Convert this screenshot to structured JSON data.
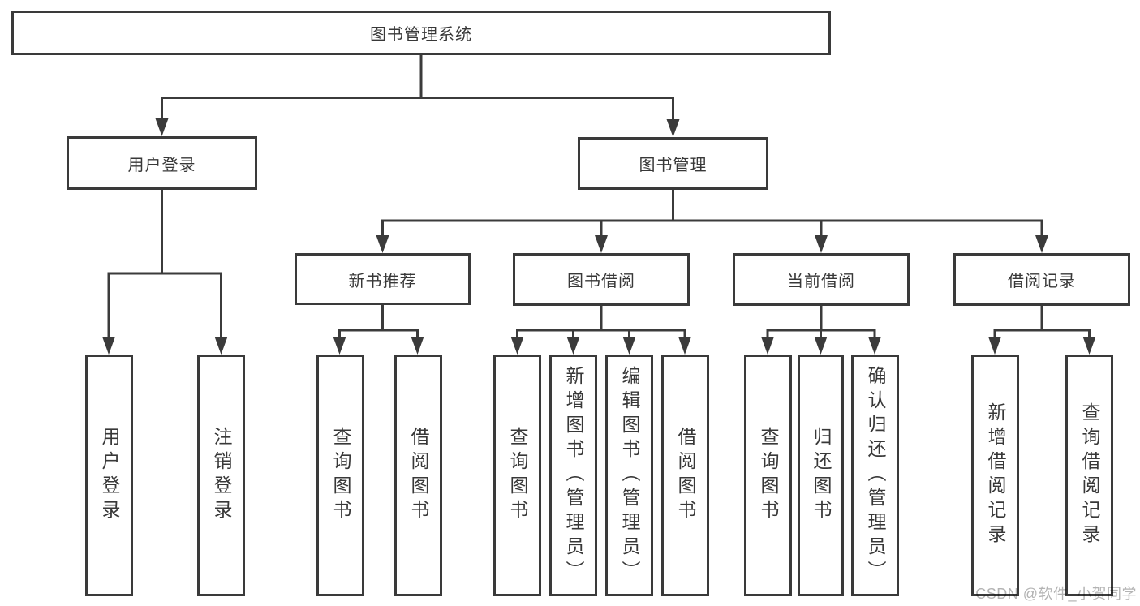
{
  "nodes": {
    "root": {
      "label": "图书管理系统"
    },
    "user_login": {
      "label": "用户登录"
    },
    "book_mgmt": {
      "label": "图书管理"
    },
    "new_books": {
      "label": "新书推荐"
    },
    "book_borrow": {
      "label": "图书借阅"
    },
    "current_borrow": {
      "label": "当前借阅"
    },
    "borrow_records": {
      "label": "借阅记录"
    }
  },
  "leaves": {
    "user_login": {
      "label": "用户登录"
    },
    "logout": {
      "label": "注销登录"
    },
    "nb_query_books": {
      "label": "查询图书"
    },
    "nb_borrow_books": {
      "label": "借阅图书"
    },
    "bb_query_books": {
      "label": "查询图书"
    },
    "bb_add_books_admin": {
      "label": "新增图书（管理员）"
    },
    "bb_edit_books_admin": {
      "label": "编辑图书（管理员）"
    },
    "bb_borrow_books": {
      "label": "借阅图书"
    },
    "cb_query_books": {
      "label": "查询图书"
    },
    "cb_return_books": {
      "label": "归还图书"
    },
    "cb_confirm_return_admin": {
      "label": "确认归还（管理员）"
    },
    "br_add_record": {
      "label": "新增借阅记录"
    },
    "br_query_record": {
      "label": "查询借阅记录"
    }
  },
  "watermark": {
    "text": "CSDN @软件_小贺同学"
  },
  "colors": {
    "line": "#3b3b3b",
    "text": "#383838",
    "background": "#ffffff",
    "watermark": "#b3b3b3"
  }
}
